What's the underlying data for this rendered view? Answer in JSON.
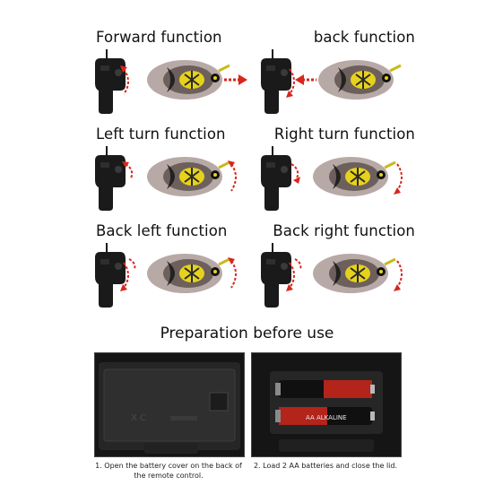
{
  "functions": [
    {
      "label": "Forward function",
      "icon": "forward-arrow-icon"
    },
    {
      "label": "back function",
      "icon": "backward-arrow-icon"
    },
    {
      "label": "Left turn function",
      "icon": "left-turn-arrow-icon"
    },
    {
      "label": "Right turn function",
      "icon": "right-turn-arrow-icon"
    },
    {
      "label": "Back left function",
      "icon": "back-left-arrow-icon"
    },
    {
      "label": "Back right function",
      "icon": "back-right-arrow-icon"
    }
  ],
  "preparation": {
    "title": "Preparation before use",
    "step1": "1. Open the battery cover on the back of the remote control.",
    "step2": "2. Load 2 AA batteries and close the lid.",
    "battery_label": "AA ALKALINE"
  },
  "colors": {
    "arrow_red": "#d9261c",
    "remote_black": "#1a1a1a",
    "fish_body": "#b7a9a6",
    "fish_yellow": "#e6d21c"
  }
}
